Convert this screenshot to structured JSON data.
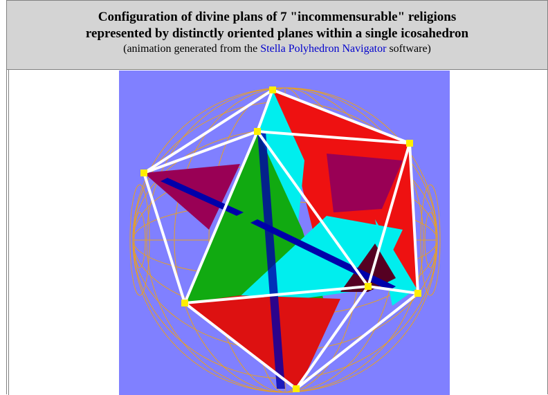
{
  "figure": {
    "title_line1": "Configuration of divine plans of 7 \"incommensurable\" religions",
    "title_line2": "represented by distinctly oriented planes within a single icosahedron",
    "caption_prefix": "(animation generated from the ",
    "caption_link": "Stella Polyhedron Navigator",
    "caption_suffix": " software)"
  },
  "colors": {
    "background": "#8080ff",
    "sphere": "#e8a020",
    "edges": "#ffffff",
    "vertices": "#ffee00",
    "plane_red": "#ee1111",
    "plane_green": "#11aa11",
    "plane_cyan": "#00eeee",
    "plane_maroon": "#990055",
    "plane_blue": "#0000aa",
    "plane_darkred": "#550022"
  }
}
